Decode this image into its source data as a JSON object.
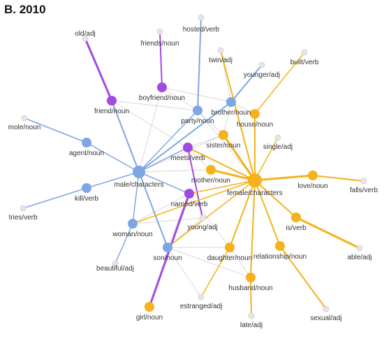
{
  "title": "B. 2010",
  "colors": {
    "blue": "#7ea6e3",
    "purple": "#a24ae0",
    "orange": "#f5b21a",
    "grey_node": "#e6e6e6",
    "grey_edge": "#d0d0d0"
  },
  "nodes": [
    {
      "id": "old-adj",
      "label": "old/adj",
      "color": "grey"
    },
    {
      "id": "friends-noun",
      "label": "friends/noun",
      "color": "grey"
    },
    {
      "id": "hosted-verb",
      "label": "hosted/verb",
      "color": "grey"
    },
    {
      "id": "twin-adj",
      "label": "twin/adj",
      "color": "grey"
    },
    {
      "id": "built-verb",
      "label": "built/verb",
      "color": "grey"
    },
    {
      "id": "younger-adj",
      "label": "younger/adj",
      "color": "grey"
    },
    {
      "id": "friend-noun",
      "label": "friend/noun",
      "color": "purple"
    },
    {
      "id": "boyfriend-noun",
      "label": "boyfriend/noun",
      "color": "purple"
    },
    {
      "id": "brother-noun",
      "label": "brother/noun",
      "color": "blue"
    },
    {
      "id": "party-noun",
      "label": "party/noun",
      "color": "blue"
    },
    {
      "id": "house-noun",
      "label": "house/noun",
      "color": "orange"
    },
    {
      "id": "mole-noun",
      "label": "mole/noun",
      "color": "grey"
    },
    {
      "id": "agent-noun",
      "label": "agent/noun",
      "color": "blue"
    },
    {
      "id": "sister-noun",
      "label": "sister/noun",
      "color": "orange"
    },
    {
      "id": "single-adj",
      "label": "single/adj",
      "color": "grey"
    },
    {
      "id": "meets-verb",
      "label": "meets/verb",
      "color": "purple"
    },
    {
      "id": "male-characters",
      "label": "male/characters",
      "color": "blue"
    },
    {
      "id": "mother-noun",
      "label": "mother/noun",
      "color": "orange"
    },
    {
      "id": "female-characters",
      "label": "female/characters",
      "color": "orange"
    },
    {
      "id": "love-noun",
      "label": "love/noun",
      "color": "orange"
    },
    {
      "id": "falls-verb",
      "label": "falls/verb",
      "color": "grey"
    },
    {
      "id": "kill-verb",
      "label": "kill/verb",
      "color": "blue"
    },
    {
      "id": "named-verb",
      "label": "named/verb",
      "color": "purple"
    },
    {
      "id": "tries-verb",
      "label": "tries/verb",
      "color": "grey"
    },
    {
      "id": "is-verb",
      "label": "is/verb",
      "color": "orange"
    },
    {
      "id": "woman-noun",
      "label": "woman/noun",
      "color": "blue"
    },
    {
      "id": "young-adj",
      "label": "young/adj",
      "color": "grey"
    },
    {
      "id": "daughter-noun",
      "label": "daughter/noun",
      "color": "orange"
    },
    {
      "id": "relationship-noun",
      "label": "relationship/noun",
      "color": "orange"
    },
    {
      "id": "able-adj",
      "label": "able/adj",
      "color": "grey"
    },
    {
      "id": "son-noun",
      "label": "son/noun",
      "color": "blue"
    },
    {
      "id": "beautiful-adj",
      "label": "beautiful/adj",
      "color": "grey"
    },
    {
      "id": "husband-noun",
      "label": "husband/noun",
      "color": "orange"
    },
    {
      "id": "girl-noun",
      "label": "girl/noun",
      "color": "orange"
    },
    {
      "id": "estranged-adj",
      "label": "estranged/adj",
      "color": "grey"
    },
    {
      "id": "late-adj",
      "label": "late/adj",
      "color": "grey"
    },
    {
      "id": "sexual-adj",
      "label": "sexual/adj",
      "color": "grey"
    }
  ],
  "edges": [
    {
      "from": "friend-noun",
      "to": "old-adj",
      "color": "purple",
      "weight": 3
    },
    {
      "from": "boyfriend-noun",
      "to": "friends-noun",
      "color": "purple",
      "weight": 2
    },
    {
      "from": "friend-noun",
      "to": "male-characters",
      "color": "blue",
      "weight": 2
    },
    {
      "from": "party-noun",
      "to": "hosted-verb",
      "color": "blue",
      "weight": 2
    },
    {
      "from": "male-characters",
      "to": "brother-noun",
      "color": "blue",
      "weight": 2
    },
    {
      "from": "brother-noun",
      "to": "younger-adj",
      "color": "blue",
      "weight": 2
    },
    {
      "from": "male-characters",
      "to": "agent-noun",
      "color": "blue",
      "weight": 1.5
    },
    {
      "from": "agent-noun",
      "to": "mole-noun",
      "color": "blue",
      "weight": 1.5
    },
    {
      "from": "male-characters",
      "to": "kill-verb",
      "color": "blue",
      "weight": 1.5
    },
    {
      "from": "kill-verb",
      "to": "tries-verb",
      "color": "blue",
      "weight": 1.5
    },
    {
      "from": "male-characters",
      "to": "woman-noun",
      "color": "blue",
      "weight": 1.5
    },
    {
      "from": "woman-noun",
      "to": "beautiful-adj",
      "color": "blue",
      "weight": 1.5
    },
    {
      "from": "male-characters",
      "to": "son-noun",
      "color": "blue",
      "weight": 2
    },
    {
      "from": "male-characters",
      "to": "meets-verb",
      "color": "blue",
      "weight": 1.5
    },
    {
      "from": "male-characters",
      "to": "named-verb",
      "color": "blue",
      "weight": 1.5
    },
    {
      "from": "male-characters",
      "to": "party-noun",
      "color": "blue",
      "weight": 1.5
    },
    {
      "from": "named-verb",
      "to": "girl-noun",
      "color": "purple",
      "weight": 3
    },
    {
      "from": "meets-verb",
      "to": "young-adj",
      "color": "purple",
      "weight": 2
    },
    {
      "from": "female-characters",
      "to": "twin-adj",
      "color": "orange",
      "weight": 2
    },
    {
      "from": "house-noun",
      "to": "built-verb",
      "color": "orange",
      "weight": 1.5
    },
    {
      "from": "female-characters",
      "to": "sister-noun",
      "color": "orange",
      "weight": 3
    },
    {
      "from": "female-characters",
      "to": "house-noun",
      "color": "orange",
      "weight": 2
    },
    {
      "from": "female-characters",
      "to": "single-adj",
      "color": "orange",
      "weight": 1.5
    },
    {
      "from": "female-characters",
      "to": "mother-noun",
      "color": "orange",
      "weight": 3
    },
    {
      "from": "female-characters",
      "to": "meets-verb",
      "color": "orange",
      "weight": 2
    },
    {
      "from": "female-characters",
      "to": "love-noun",
      "color": "orange",
      "weight": 3
    },
    {
      "from": "love-noun",
      "to": "falls-verb",
      "color": "orange",
      "weight": 2
    },
    {
      "from": "female-characters",
      "to": "is-verb",
      "color": "orange",
      "weight": 2
    },
    {
      "from": "is-verb",
      "to": "able-adj",
      "color": "orange",
      "weight": 3
    },
    {
      "from": "female-characters",
      "to": "relationship-noun",
      "color": "orange",
      "weight": 2
    },
    {
      "from": "relationship-noun",
      "to": "sexual-adj",
      "color": "orange",
      "weight": 2
    },
    {
      "from": "female-characters",
      "to": "daughter-noun",
      "color": "orange",
      "weight": 2
    },
    {
      "from": "daughter-noun",
      "to": "estranged-adj",
      "color": "orange",
      "weight": 1.5
    },
    {
      "from": "female-characters",
      "to": "husband-noun",
      "color": "orange",
      "weight": 2
    },
    {
      "from": "husband-noun",
      "to": "late-adj",
      "color": "orange",
      "weight": 2
    },
    {
      "from": "female-characters",
      "to": "named-verb",
      "color": "orange",
      "weight": 1.5
    },
    {
      "from": "female-characters",
      "to": "son-noun",
      "color": "orange",
      "weight": 1.5
    },
    {
      "from": "female-characters",
      "to": "woman-noun",
      "color": "orange",
      "weight": 1.5
    },
    {
      "from": "female-characters",
      "to": "party-noun",
      "color": "grey",
      "weight": 1
    },
    {
      "from": "male-characters",
      "to": "boyfriend-noun",
      "color": "grey",
      "weight": 1
    },
    {
      "from": "male-characters",
      "to": "sister-noun",
      "color": "grey",
      "weight": 1
    },
    {
      "from": "male-characters",
      "to": "mother-noun",
      "color": "grey",
      "weight": 1
    },
    {
      "from": "friend-noun",
      "to": "party-noun",
      "color": "grey",
      "weight": 1
    },
    {
      "from": "boyfriend-noun",
      "to": "party-noun",
      "color": "grey",
      "weight": 1
    },
    {
      "from": "boyfriend-noun",
      "to": "brother-noun",
      "color": "grey",
      "weight": 1
    },
    {
      "from": "friend-noun",
      "to": "meets-verb",
      "color": "grey",
      "weight": 1
    },
    {
      "from": "meets-verb",
      "to": "sister-noun",
      "color": "grey",
      "weight": 1
    },
    {
      "from": "named-verb",
      "to": "son-noun",
      "color": "grey",
      "weight": 1
    },
    {
      "from": "named-verb",
      "to": "daughter-noun",
      "color": "grey",
      "weight": 1
    },
    {
      "from": "son-noun",
      "to": "daughter-noun",
      "color": "grey",
      "weight": 1
    },
    {
      "from": "son-noun",
      "to": "husband-noun",
      "color": "grey",
      "weight": 1
    },
    {
      "from": "woman-noun",
      "to": "young-adj",
      "color": "grey",
      "weight": 1
    },
    {
      "from": "son-noun",
      "to": "estranged-adj",
      "color": "grey",
      "weight": 1
    },
    {
      "from": "daughter-noun",
      "to": "husband-noun",
      "color": "grey",
      "weight": 1
    },
    {
      "from": "brother-noun",
      "to": "house-noun",
      "color": "grey",
      "weight": 1
    },
    {
      "from": "twin-adj",
      "to": "brother-noun",
      "color": "grey",
      "weight": 1
    },
    {
      "from": "brother-noun",
      "to": "sister-noun",
      "color": "grey",
      "weight": 1
    },
    {
      "from": "woman-noun",
      "to": "named-verb",
      "color": "grey",
      "weight": 1
    },
    {
      "from": "son-noun",
      "to": "young-adj",
      "color": "grey",
      "weight": 1
    },
    {
      "from": "mother-noun",
      "to": "meets-verb",
      "color": "grey",
      "weight": 1
    },
    {
      "from": "party-noun",
      "to": "sister-noun",
      "color": "grey",
      "weight": 1
    }
  ]
}
